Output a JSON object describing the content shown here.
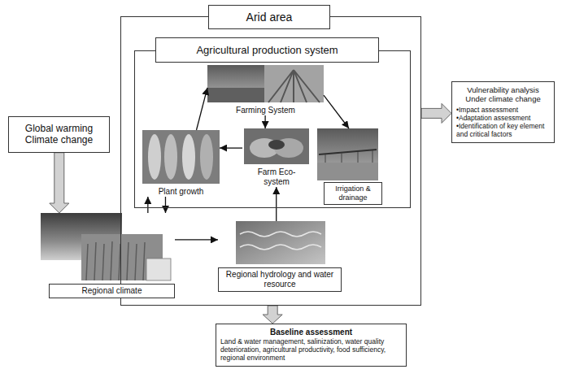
{
  "diagram": {
    "nodes": [
      {
        "text": [
          "Arid area"
        ]
      },
      {
        "text": [
          "Agricultural production system"
        ],
        "in": 0
      },
      {
        "text": [
          "Farming System"
        ],
        "in": 1
      },
      {
        "text": [
          "Plant growth"
        ],
        "in": 1
      },
      {
        "text": [
          "Farm Eco-system"
        ],
        "in": 1
      },
      {
        "text": [
          "Irrigation & drainage"
        ],
        "in": 1
      },
      {
        "text": [
          "Regional hydrology and water resource"
        ],
        "in": 0
      },
      {
        "text": [
          "Regional climate"
        ]
      },
      {
        "text": [
          "Global warming Climate change"
        ]
      },
      {
        "text": [
          "Vulnerability analysis",
          "Under climate change",
          "•Impact assessment",
          "•Adaptation assessment",
          "•Identification of key element and critical factors"
        ]
      },
      {
        "text": [
          "Baseline assessment",
          "Land & water management, salinization, water quality deterioration, agricultural productivity, food sufficiency, regional environment"
        ]
      }
    ],
    "edges": [
      {
        "from": 3,
        "to": 2,
        "arrow": "to"
      },
      {
        "from": 2,
        "to": 5,
        "arrow": "to"
      },
      {
        "from": 2,
        "to": 4,
        "arrow": "to"
      },
      {
        "from": 4,
        "to": 3,
        "arrow": "to"
      },
      {
        "from": 6,
        "to": 4,
        "arrow": "to"
      },
      {
        "from": 3,
        "to": 7,
        "arrow": "to"
      },
      {
        "from": 7,
        "to": 3,
        "arrow": "to"
      },
      {
        "from": 7,
        "to": 6,
        "arrow": "to"
      },
      {
        "from": 8,
        "to": 7,
        "arrow": "to"
      },
      {
        "from": 0,
        "to": 9,
        "arrow": "to"
      },
      {
        "from": 0,
        "to": 10,
        "arrow": "to"
      }
    ]
  }
}
